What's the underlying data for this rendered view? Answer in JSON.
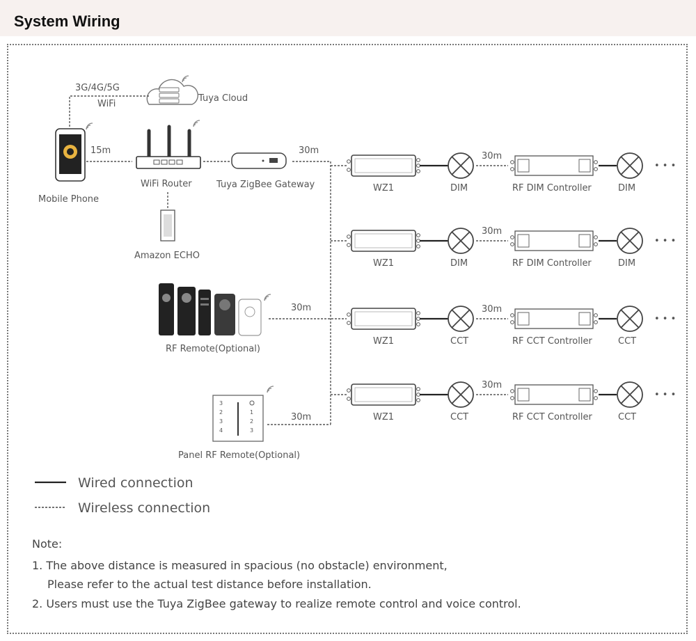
{
  "header": {
    "title": "System Wiring"
  },
  "diagram": {
    "network": {
      "mobile_label": "3G/4G/5G",
      "wifi_label": "WiFi",
      "cloud_label": "Tuya Cloud",
      "phone_label": "Mobile Phone",
      "phone_router_distance": "15m",
      "router_label": "WiFi Router",
      "echo_label": "Amazon ECHO",
      "gateway_label": "Tuya ZigBee Gateway",
      "gateway_distance": "30m"
    },
    "remotes": {
      "rf_remote_label": "RF Remote(Optional)",
      "rf_remote_distance": "30m",
      "panel_remote_label": "Panel RF Remote(Optional)",
      "panel_remote_distance": "30m",
      "panel_left_keys": [
        "3",
        "2",
        "3",
        "4"
      ],
      "panel_right_keys": [
        "1",
        "2",
        "3"
      ]
    },
    "rows": [
      {
        "device": "WZ1",
        "light": "DIM",
        "distance": "30m",
        "controller": "RF DIM Controller",
        "light2": "DIM",
        "more": "• • •"
      },
      {
        "device": "WZ1",
        "light": "DIM",
        "distance": "30m",
        "controller": "RF DIM Controller",
        "light2": "DIM",
        "more": "• • •"
      },
      {
        "device": "WZ1",
        "light": "CCT",
        "distance": "30m",
        "controller": "RF CCT Controller",
        "light2": "CCT",
        "more": "• • •"
      },
      {
        "device": "WZ1",
        "light": "CCT",
        "distance": "30m",
        "controller": "RF CCT Controller",
        "light2": "CCT",
        "more": "• • •"
      }
    ]
  },
  "legend": {
    "wired": "Wired connection",
    "wireless": "Wireless connection"
  },
  "notes": {
    "title": "Note:",
    "item1_line1": "1. The above distance is measured in spacious (no obstacle) environment,",
    "item1_line2": "Please refer to the actual test distance before installation.",
    "item2": "2. Users must use the Tuya ZigBee gateway to realize remote control and voice control."
  }
}
